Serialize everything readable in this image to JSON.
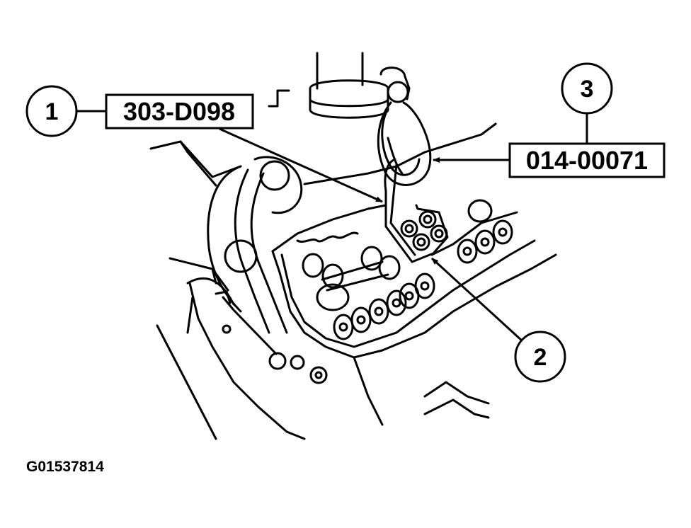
{
  "figure_id": "G01537814",
  "callouts": [
    {
      "number": "1",
      "part_number": "303-D098"
    },
    {
      "number": "2"
    },
    {
      "number": "3",
      "part_number": "014-00071"
    }
  ],
  "colors": {
    "line": "#000000",
    "background": "#ffffff"
  }
}
